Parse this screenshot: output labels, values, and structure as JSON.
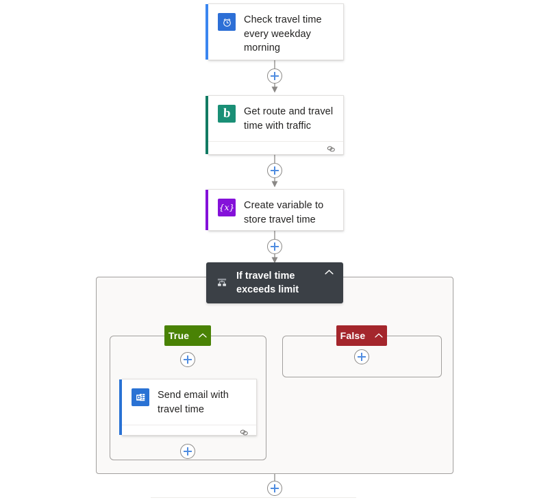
{
  "app": {
    "name": "flow-designer-canvas",
    "background": "#ffffff",
    "scope_fill": "#faf9f8",
    "scope_border": "#a19f9d",
    "connector_color": "#8a8886",
    "plus_accent": "#4f8ce0"
  },
  "nodes": {
    "trigger": {
      "title": "Check travel time every weekday morning",
      "icon": "clock-icon",
      "accent": "#3b86f0",
      "has_footer": false
    },
    "bing_route": {
      "title": "Get route and travel time with traffic",
      "icon": "bing-icon",
      "icon_glyph": "b",
      "accent": "#127b63",
      "has_footer": true,
      "footer_icon": "link-icon"
    },
    "create_variable": {
      "title": "Create variable to store travel time",
      "icon": "variable-icon",
      "icon_glyph": "{x}",
      "accent": "#8411d9",
      "has_footer": false
    },
    "condition": {
      "title": "If travel time exceeds limit",
      "icon": "condition-branch-icon",
      "chevron": "chevron-up-icon",
      "background": "#3b4046"
    },
    "send_email": {
      "title": "Send email with travel time",
      "icon": "outlook-icon",
      "accent": "#2a72d4",
      "has_footer": true,
      "footer_icon": "link-icon"
    }
  },
  "branches": {
    "true": {
      "label": "True",
      "color": "#498205",
      "chevron": "chevron-up-icon"
    },
    "false": {
      "label": "False",
      "color": "#a4262c",
      "chevron": "chevron-up-icon"
    }
  },
  "add_buttons": [
    {
      "name": "add-step-after-trigger"
    },
    {
      "name": "add-step-after-bing-route"
    },
    {
      "name": "add-step-after-create-variable"
    },
    {
      "name": "add-step-true-branch-top"
    },
    {
      "name": "add-step-true-branch-bottom"
    },
    {
      "name": "add-step-false-branch"
    },
    {
      "name": "add-step-after-condition"
    }
  ]
}
